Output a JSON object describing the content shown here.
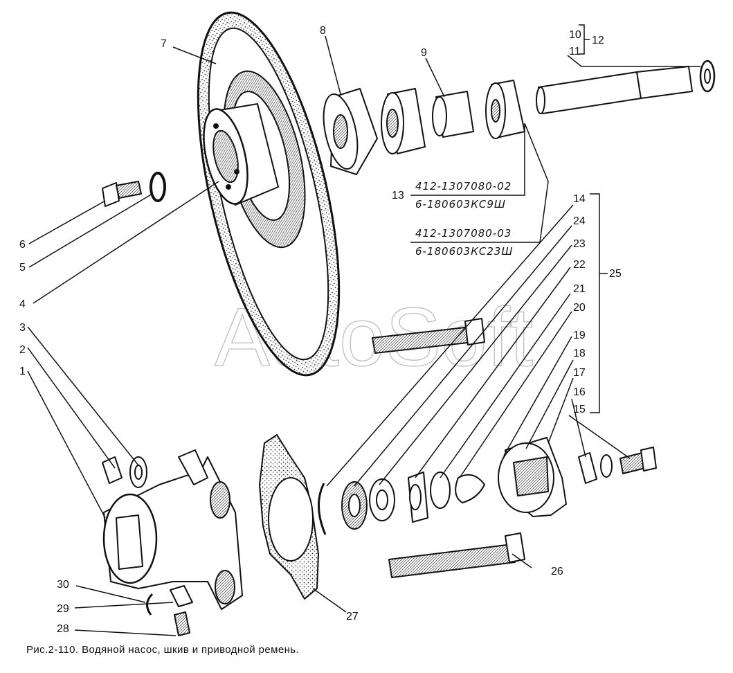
{
  "caption": {
    "figure": "Рис.2-110.",
    "title": "Водяной насос, шкив и приводной ремень."
  },
  "watermark": "AutoSoft",
  "part_numbers": {
    "p13": "13",
    "pn1": "412-1307080-02",
    "pn2": "6-180603КС9Ш",
    "pn3": "412-1307080-03",
    "pn4": "6-180603КС23Ш"
  },
  "callouts": {
    "c1": "1",
    "c2": "2",
    "c3": "3",
    "c4": "4",
    "c5": "5",
    "c6": "6",
    "c7": "7",
    "c8": "8",
    "c9": "9",
    "c10": "10",
    "c11": "11",
    "c12": "12",
    "c14": "14",
    "c15": "15",
    "c16": "16",
    "c17": "17",
    "c18": "18",
    "c19": "19",
    "c20": "20",
    "c21": "21",
    "c22": "22",
    "c23": "23",
    "c24": "24",
    "c25": "25",
    "c26": "26",
    "c27": "27",
    "c28": "28",
    "c29": "29",
    "c30": "30"
  }
}
